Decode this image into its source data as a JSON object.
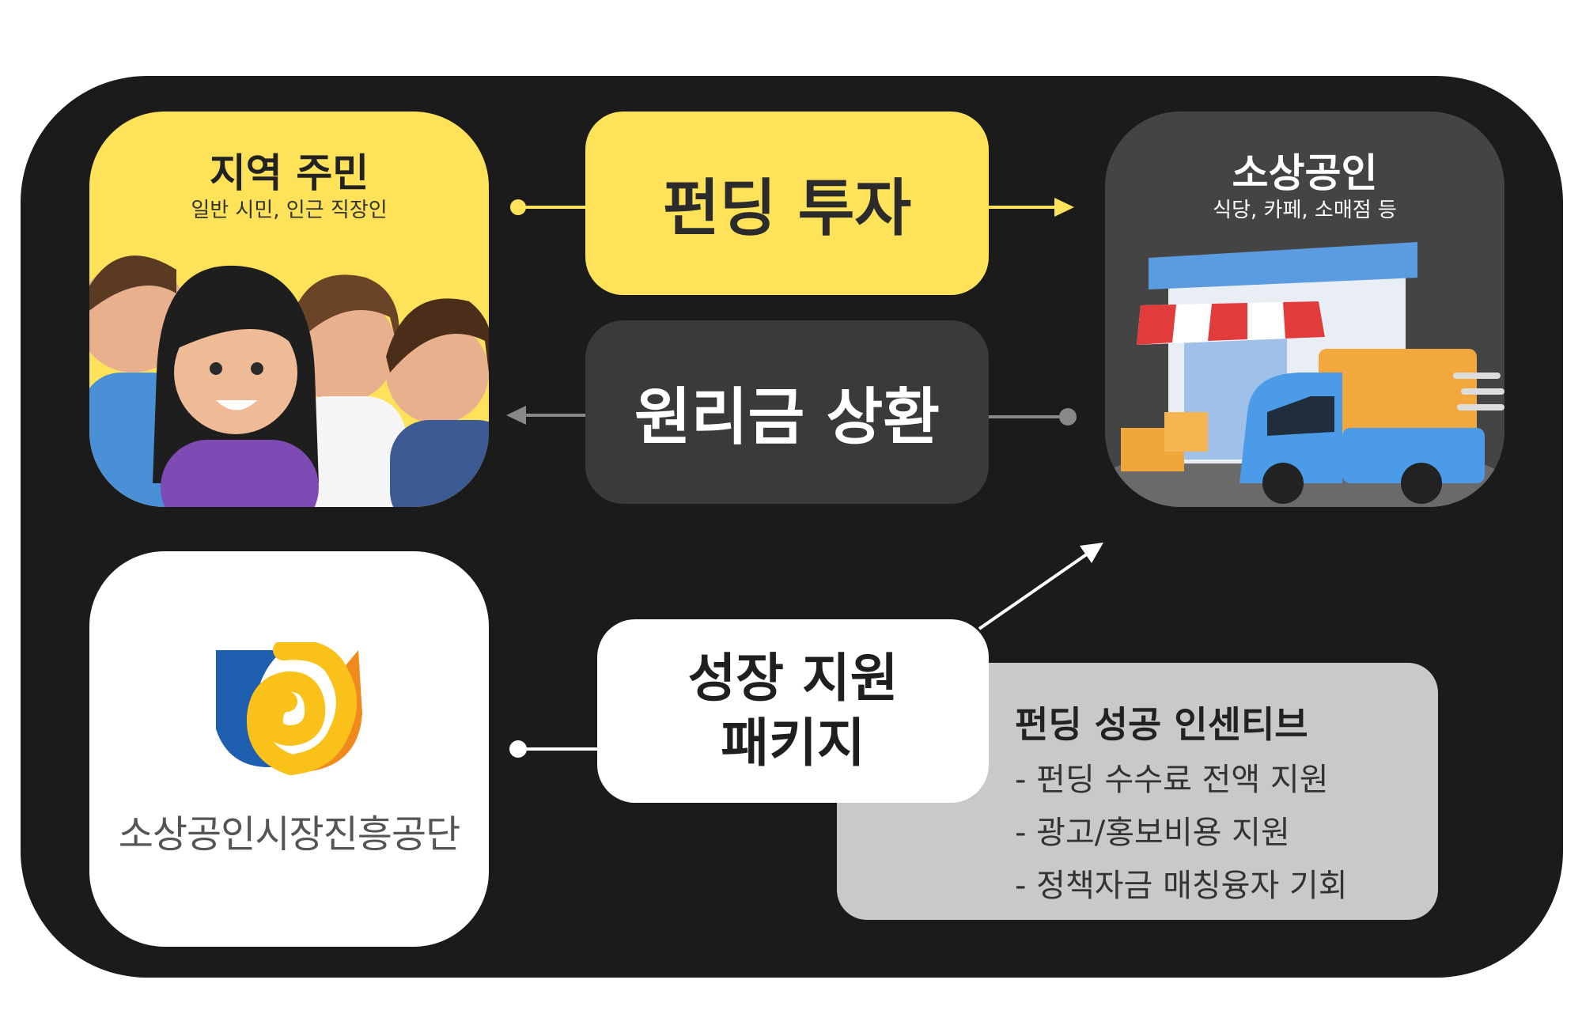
{
  "residents": {
    "title": "지역 주민",
    "subtitle": "일반 시민, 인근 직장인"
  },
  "merchants": {
    "title": "소상공인",
    "subtitle": "식당, 카페, 소매점 등"
  },
  "agency": {
    "name": "소상공인시장진흥공단"
  },
  "flows": {
    "funding": "펀딩 투자",
    "repayment": "원리금 상환",
    "growth_line1": "성장 지원",
    "growth_line2": "패키지"
  },
  "incentive": {
    "title": "펀딩 성공 인센티브",
    "items": [
      "- 펀딩 수수료 전액 지원",
      "- 광고/홍보비용 지원",
      "- 정책자금 매칭융자 기회"
    ]
  },
  "colors": {
    "frame": "#1b1b1b",
    "accent_yellow": "#fde25a",
    "dark_pill": "#3a3a3a",
    "merchant_card": "#444444",
    "incentive_box": "#c9c9c9"
  }
}
